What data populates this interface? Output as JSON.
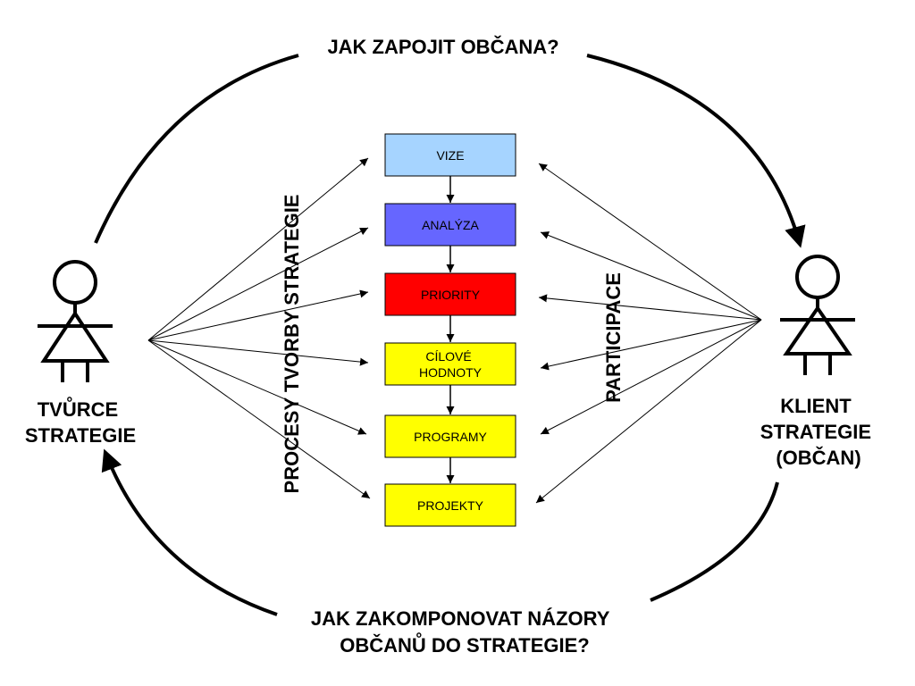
{
  "top_question": "JAK ZAPOJIT OBČANA?",
  "bottom_question": [
    "JAK ZAKOMPONOVAT NÁZORY",
    "OBČANŮ DO STRATEGIE?"
  ],
  "left_actor": {
    "label": [
      "TVŮRCE",
      "STRATEGIE"
    ]
  },
  "right_actor": {
    "label": [
      "KLIENT",
      "STRATEGIE",
      "(OBČAN)"
    ]
  },
  "left_vertical_label": "PROCESY TVORBY STRATEGIE",
  "right_vertical_label": "PARTICIPACE",
  "steps": [
    {
      "lines": [
        "VIZE"
      ],
      "color": "#a6d4ff"
    },
    {
      "lines": [
        "ANALÝZA"
      ],
      "color": "#6666ff"
    },
    {
      "lines": [
        "PRIORITY"
      ],
      "color": "#ff0000"
    },
    {
      "lines": [
        "CÍLOVÉ",
        "HODNOTY"
      ],
      "color": "#ffff00"
    },
    {
      "lines": [
        "PROGRAMY"
      ],
      "color": "#ffff00"
    },
    {
      "lines": [
        "PROJEKTY"
      ],
      "color": "#ffff00"
    }
  ]
}
